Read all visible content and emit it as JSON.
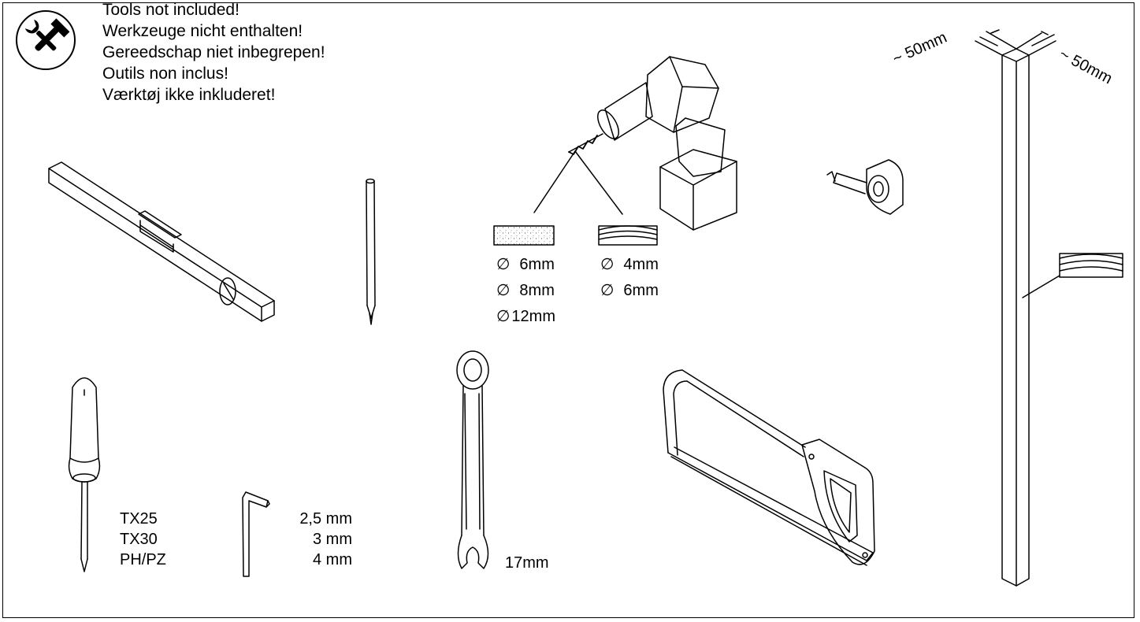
{
  "notice": {
    "icon": "tools-icon",
    "lines": [
      "Tools not included!",
      "Werkzeuge nicht enthalten!",
      "Gereedschap niet inbegrepen!",
      "Outils non inclus!",
      "Værktøj ikke inkluderet!"
    ]
  },
  "drill": {
    "diameter_symbol": "∅",
    "masonry": {
      "material_icon": "concrete-swatch-icon",
      "sizes": [
        "6mm",
        "8mm",
        "12mm"
      ]
    },
    "wood": {
      "material_icon": "wood-swatch-icon",
      "sizes": [
        "4mm",
        "6mm"
      ]
    }
  },
  "post": {
    "dim_left": "~ 50mm",
    "dim_right": "~ 50mm",
    "material_icon": "wood-swatch-icon"
  },
  "screwdriver": {
    "bits": [
      "TX25",
      "TX30",
      "PH/PZ"
    ]
  },
  "hex_key": {
    "sizes": [
      "2,5 mm",
      "3 mm",
      "4 mm"
    ]
  },
  "wrench": {
    "size": "17mm"
  }
}
